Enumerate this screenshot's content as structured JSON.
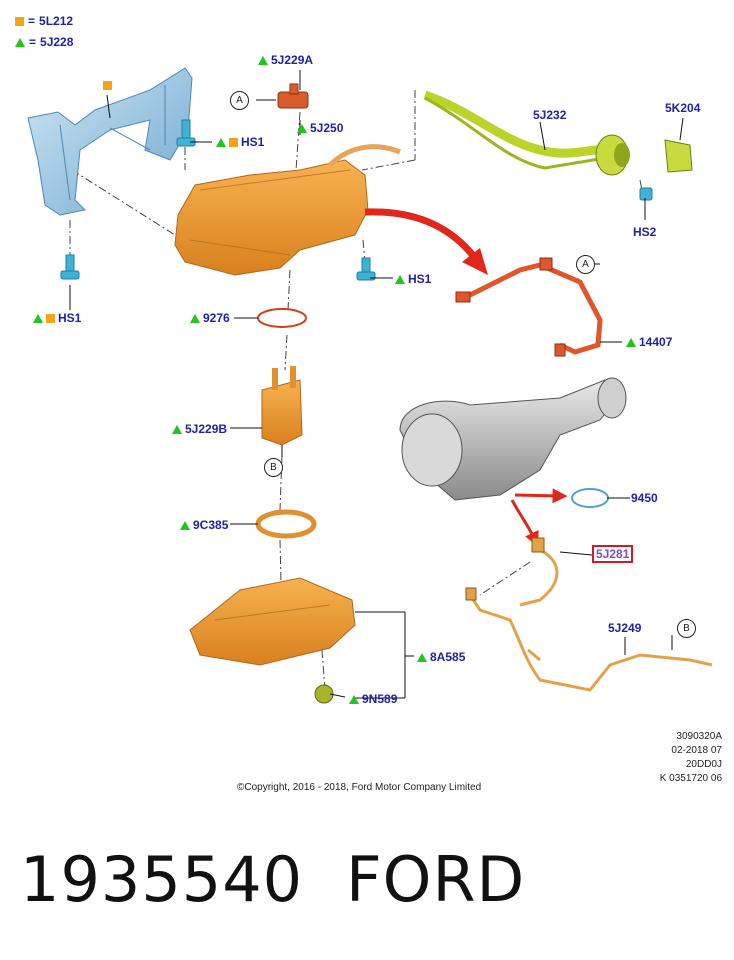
{
  "legend": [
    {
      "marker": "square",
      "color": "#f4a417",
      "text": "5L212"
    },
    {
      "marker": "triangle",
      "color": "#22c51e",
      "text": "5J228"
    }
  ],
  "callout_equals": "=",
  "parts": {
    "p5J229A": "5J229A",
    "p5J250": "5J250",
    "p5J232": "5J232",
    "p5K204": "5K204",
    "hs1_top": "HS1",
    "hs1_tank": "HS1",
    "hs1_left": "HS1",
    "hs2": "HS2",
    "p14407": "14407",
    "p9276": "9276",
    "p5J229B": "5J229B",
    "p9450": "9450",
    "p5J281": "5J281",
    "p9C385": "9C385",
    "p5J249": "5J249",
    "p8A585": "8A585",
    "p9N589": "9N589"
  },
  "refs": {
    "a_top": "A",
    "a_harness": "A",
    "b_pump": "B",
    "b_sensor": "B"
  },
  "meta_lines": [
    "3090320A",
    "02-2018 07",
    "20DD0J",
    "K 0351720 06"
  ],
  "copyright": "©Copyright, 2016 - 2018, Ford Motor Company Limited",
  "footer": {
    "part_number": "1935540",
    "brand": "FORD"
  },
  "colors": {
    "label_blue": "#1f1fa8",
    "triangle_green": "#22c51e",
    "square_orange": "#f4a417",
    "tank_orange": "#f0a040",
    "bracket_blue": "#9fc9e6",
    "filler_green": "#bcd42a",
    "harness_red": "#e0552a",
    "highlight_red": "#d2192c"
  }
}
